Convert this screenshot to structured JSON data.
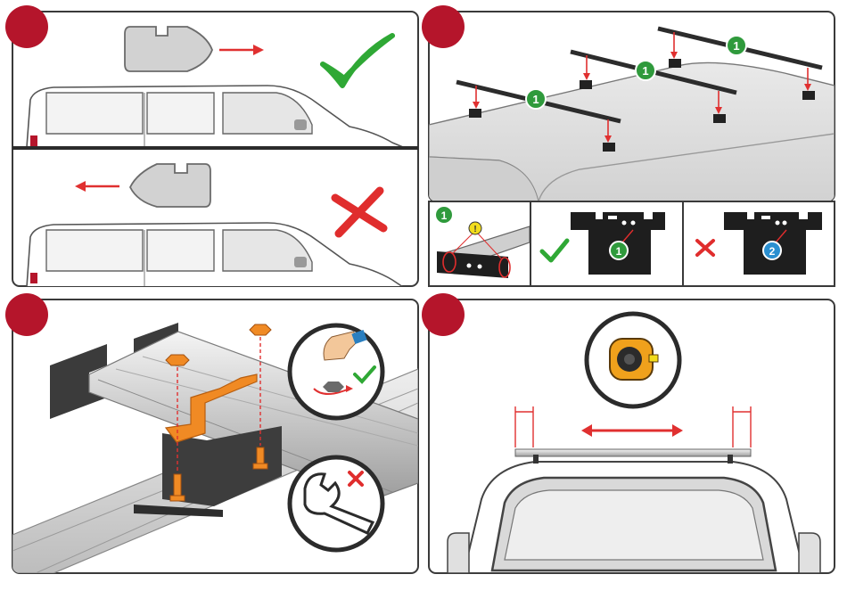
{
  "steps": [
    {
      "id": "step-1",
      "number": ""
    },
    {
      "id": "step-2",
      "number": ""
    },
    {
      "id": "step-3",
      "number": ""
    },
    {
      "id": "step-4",
      "number": ""
    }
  ],
  "badges": {
    "bar1": "1",
    "bar2": "1",
    "bar3": "1",
    "detail_ref": "1",
    "correct_ref": "1",
    "wrong_ref": "2"
  },
  "colors": {
    "step_badge": "#b5152b",
    "frame": "#3a3a3a",
    "correct": "#2fa835",
    "wrong": "#e02d2d",
    "arrow": "#e03030",
    "clamp": "#f08a24",
    "badge_green": "#2f9a3c",
    "badge_blue": "#2a8fd0",
    "warning": "#f2dc1c"
  },
  "icons": {
    "correct": "check-mark-icon",
    "wrong": "cross-mark-icon",
    "warning": "warning-icon",
    "measure": "tape-measure-icon",
    "wrench": "wrench-icon",
    "hand": "hand-tighten-icon"
  }
}
